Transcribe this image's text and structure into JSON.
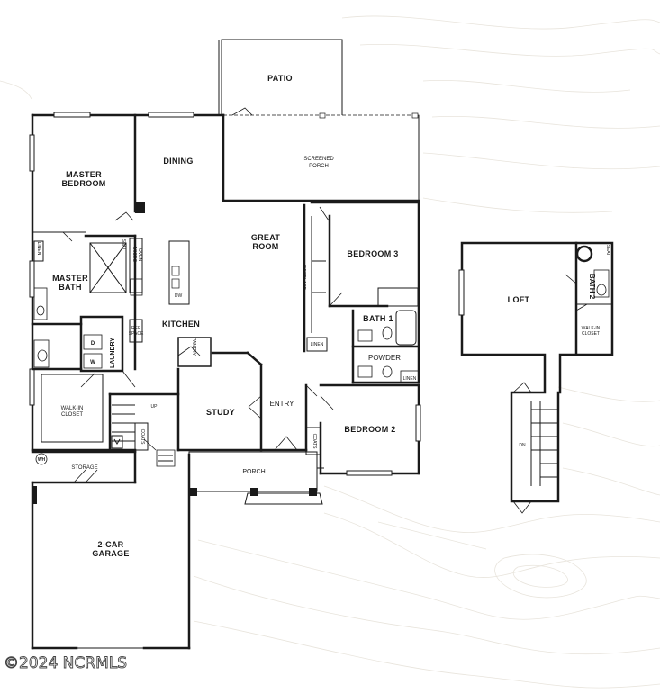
{
  "rooms": {
    "patio": "PATIO",
    "screened_porch_1": "SCREENED",
    "screened_porch_2": "PORCH",
    "master_bedroom_1": "MASTER",
    "master_bedroom_2": "BEDROOM",
    "dining": "DINING",
    "great_room_1": "GREAT",
    "great_room_2": "ROOM",
    "bedroom_3": "BEDROOM 3",
    "master_bath_1": "MASTER",
    "master_bath_2": "BATH",
    "kitchen": "KITCHEN",
    "bath_1": "BATH 1",
    "powder": "POWDER",
    "laundry": "LAUNDRY",
    "study": "STUDY",
    "entry": "ENTRY",
    "bedroom_2": "BEDROOM 2",
    "walk_in_closet_1": "WALK-IN",
    "walk_in_closet_2": "CLOSET",
    "storage": "STORAGE",
    "porch": "PORCH",
    "garage_1": "2-CAR",
    "garage_2": "GARAGE",
    "loft": "LOFT",
    "bath_2": "BATH 2",
    "loft_walk_in_1": "WALK-IN",
    "loft_walk_in_2": "CLOSET"
  },
  "fixtures": {
    "linen_master": "LINEN",
    "seat": "SEAT",
    "micro_oven_1": "MICRO",
    "micro_oven_2": "OVEN",
    "dw": "DW",
    "ref_space_1": "REF",
    "ref_space_2": "SPACE",
    "pantry": "PANTRY",
    "fireplace": "FIREPLACE",
    "linen_hall": "LINEN",
    "linen_powder": "LINEN",
    "coats_mud": "COATS",
    "coats_entry": "COATS",
    "washer_dryer_d": "D",
    "washer_dryer_w": "W",
    "up": "UP",
    "wh": "WH",
    "dn": "DN",
    "seat_bath2": "SEAT"
  },
  "watermark": "©2024 NCRMLS"
}
